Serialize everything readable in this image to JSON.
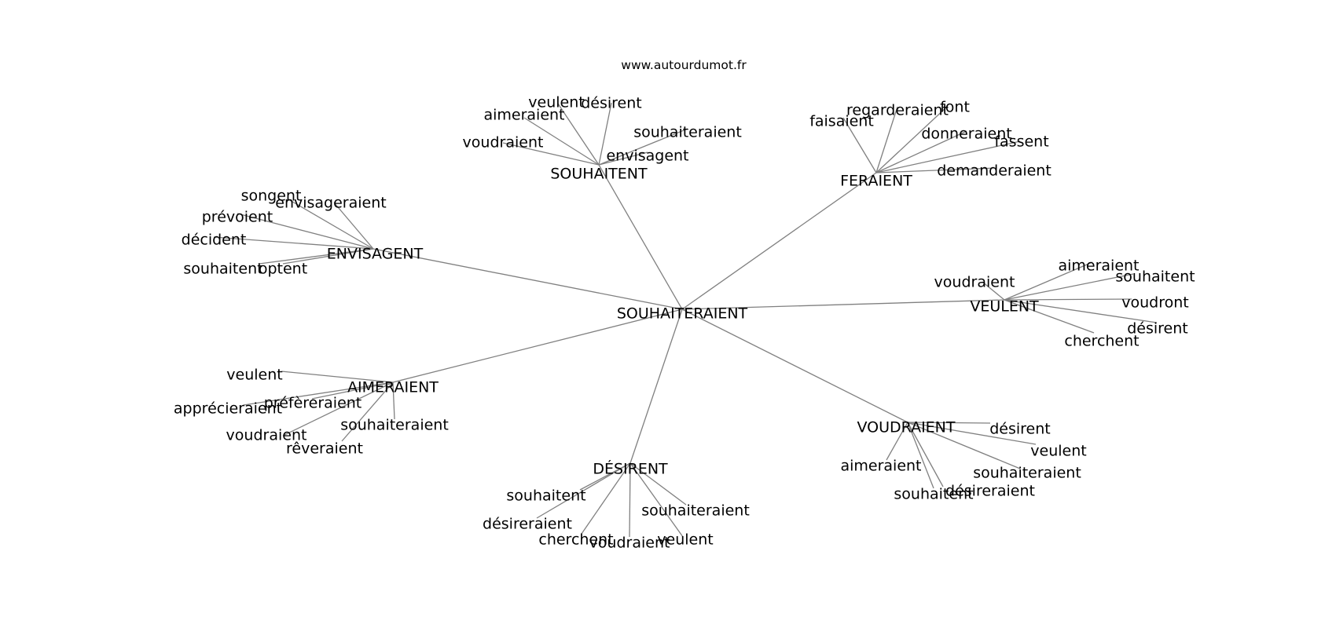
{
  "watermark": "www.autourdumot.fr",
  "colors": {
    "edge": "#808080",
    "text": "#000000",
    "background": "#ffffff"
  },
  "graph": {
    "root": "SOUHAITERAIENT",
    "clusters": [
      {
        "hub": "SOUHAITENT",
        "words": [
          "veulent",
          "désirent",
          "aimeraient",
          "voudraient",
          "souhaiteraient",
          "envisagent"
        ]
      },
      {
        "hub": "FERAIENT",
        "words": [
          "faisaient",
          "regarderaient",
          "font",
          "donneraient",
          "fassent",
          "demanderaient"
        ]
      },
      {
        "hub": "ENVISAGENT",
        "words": [
          "songent",
          "envisageraient",
          "prévoient",
          "décident",
          "souhaitent",
          "optent"
        ]
      },
      {
        "hub": "VEULENT",
        "words": [
          "voudraient",
          "aimeraient",
          "souhaitent",
          "voudront",
          "désirent",
          "cherchent"
        ]
      },
      {
        "hub": "AIMERAIENT",
        "words": [
          "veulent",
          "préfèreraient",
          "apprécieraient",
          "souhaiteraient",
          "voudraient",
          "rêveraient"
        ]
      },
      {
        "hub": "DÉSIRENT",
        "words": [
          "souhaitent",
          "désireraient",
          "souhaiteraient",
          "cherchent",
          "voudraient",
          "veulent"
        ]
      },
      {
        "hub": "VOUDRAIENT",
        "words": [
          "désirent",
          "veulent",
          "souhaiteraient",
          "aimeraient",
          "désireraient",
          "souhaitent"
        ]
      }
    ]
  }
}
